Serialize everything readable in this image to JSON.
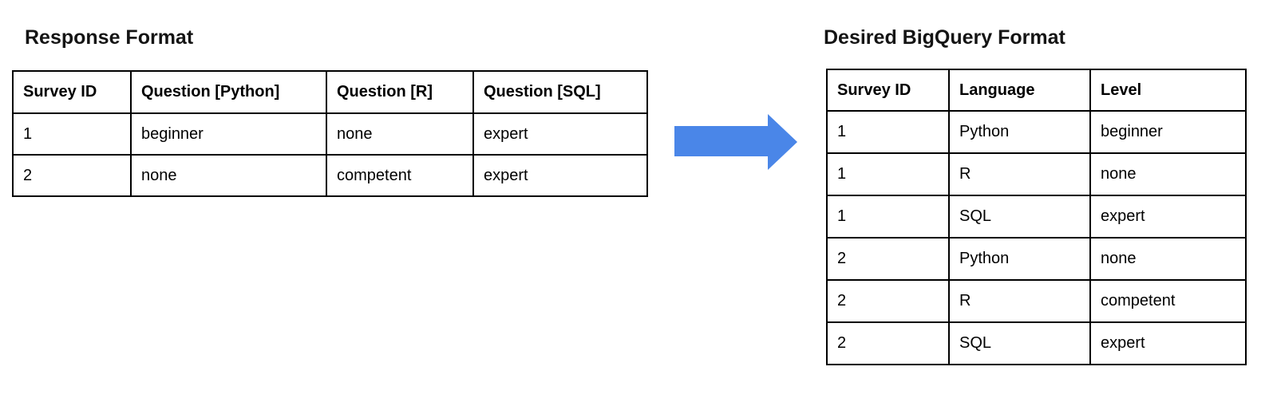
{
  "left_table": {
    "title": "Response Format",
    "headers": [
      "Survey ID",
      "Question [Python]",
      "Question [R]",
      "Question [SQL]"
    ],
    "rows": [
      [
        "1",
        "beginner",
        "none",
        "expert"
      ],
      [
        "2",
        "none",
        "competent",
        "expert"
      ]
    ]
  },
  "right_table": {
    "title": "Desired BigQuery Format",
    "headers": [
      "Survey ID",
      "Language",
      "Level"
    ],
    "rows": [
      [
        "1",
        "Python",
        "beginner"
      ],
      [
        "1",
        "R",
        "none"
      ],
      [
        "1",
        "SQL",
        "expert"
      ],
      [
        "2",
        "Python",
        "none"
      ],
      [
        "2",
        "R",
        "competent"
      ],
      [
        "2",
        "SQL",
        "expert"
      ]
    ]
  },
  "arrow": {
    "direction": "right",
    "color": "#4a86e8"
  },
  "colors": {
    "table_border": "#000000",
    "background": "#ffffff",
    "title_text": "#141414"
  }
}
